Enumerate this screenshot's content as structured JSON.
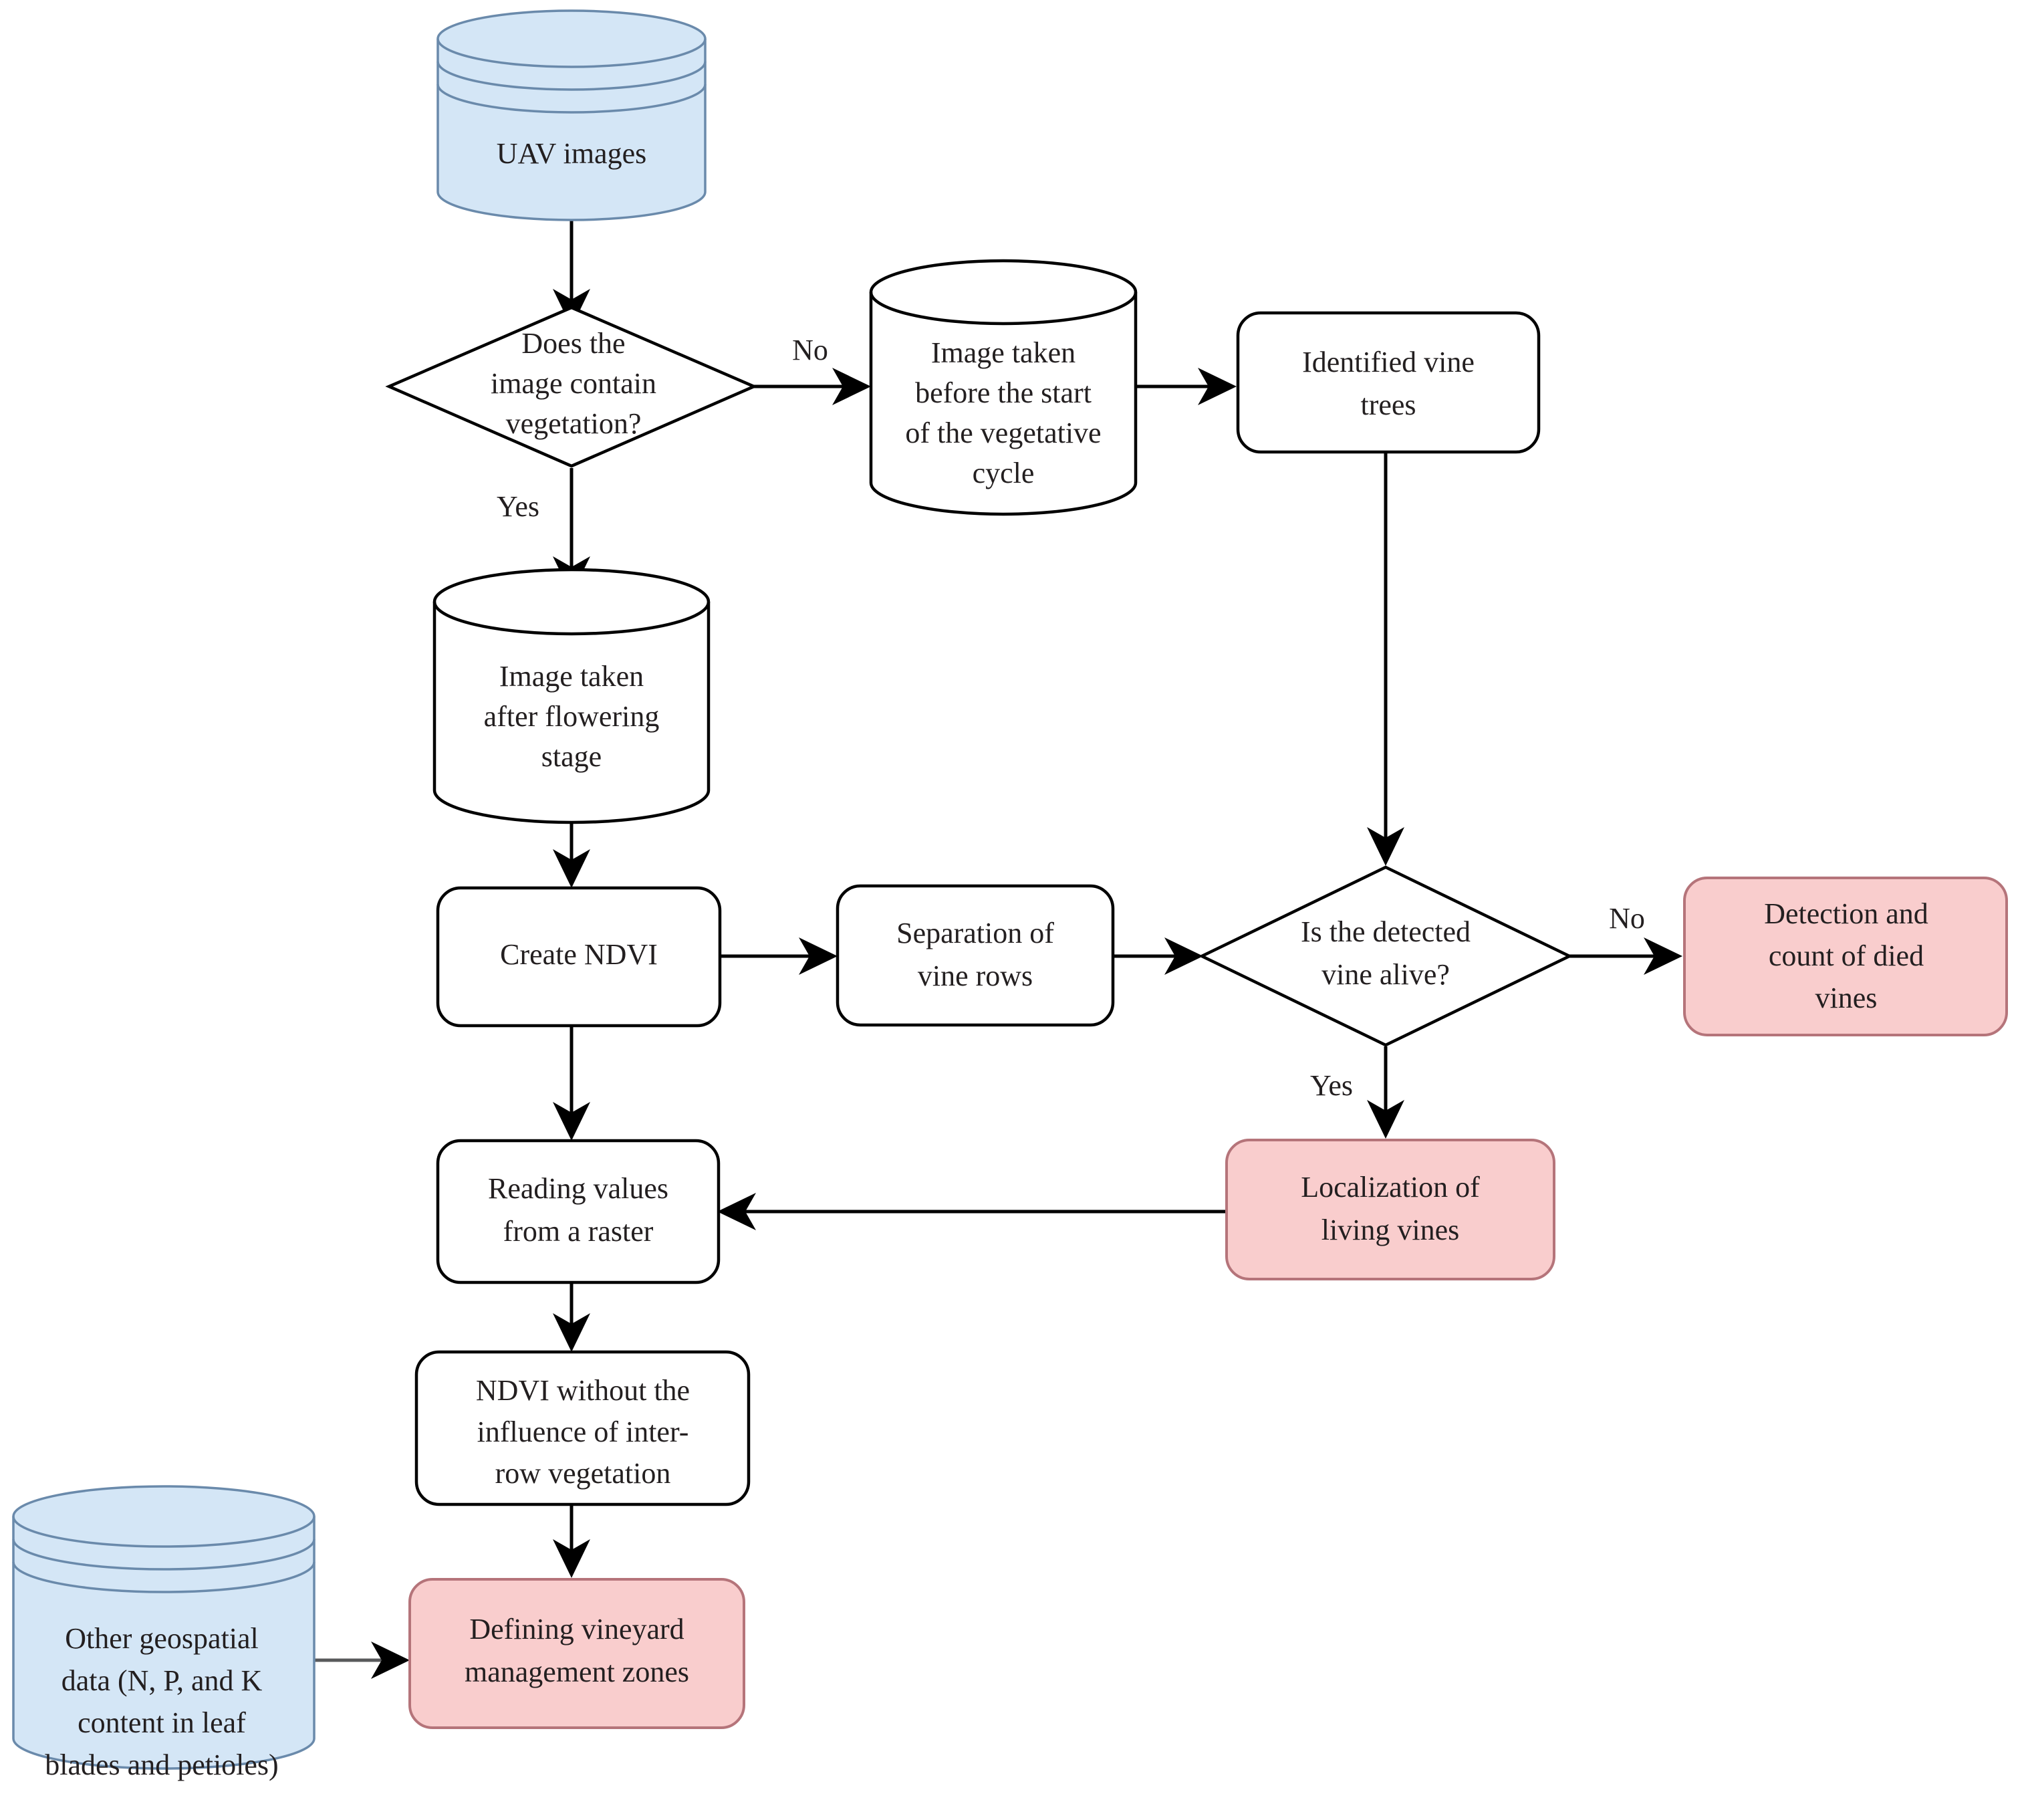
{
  "diagram": {
    "title": "UAV vineyard image processing workflow",
    "colors": {
      "blue_fill": "#d4e6f6",
      "blue_stroke": "#6a8aab",
      "pink_fill": "#f9cdcd",
      "pink_stroke": "#b5747a",
      "white_fill": "#ffffff",
      "line": "#000000",
      "text": "#231f20"
    },
    "nodes": {
      "uav_images": {
        "label": "UAV images",
        "shape": "database-cylinder",
        "fill": "#d4e6f6"
      },
      "contains_vegetation": {
        "label_line1": "Does the",
        "label_line2": "image contain",
        "label_line3": "vegetation?",
        "shape": "decision-diamond",
        "fill": "#ffffff"
      },
      "image_before_cycle": {
        "label_line1": "Image taken",
        "label_line2": "before the start",
        "label_line3": "of the vegetative",
        "label_line4": "cycle",
        "shape": "cylinder",
        "fill": "#ffffff"
      },
      "identified_vine_trees": {
        "label_line1": "Identified vine",
        "label_line2": "trees",
        "shape": "rounded-rect",
        "fill": "#ffffff"
      },
      "image_after_flowering": {
        "label_line1": "Image taken",
        "label_line2": "after flowering",
        "label_line3": "stage",
        "shape": "cylinder",
        "fill": "#ffffff"
      },
      "create_ndvi": {
        "label": "Create NDVI",
        "shape": "rounded-rect",
        "fill": "#ffffff"
      },
      "separation_vine_rows": {
        "label_line1": "Separation of",
        "label_line2": "vine rows",
        "shape": "rounded-rect",
        "fill": "#ffffff"
      },
      "vine_alive": {
        "label_line1": "Is the detected",
        "label_line2": "vine alive?",
        "shape": "decision-diamond",
        "fill": "#ffffff"
      },
      "detection_died_vines": {
        "label_line1": "Detection and",
        "label_line2": "count of died",
        "label_line3": "vines",
        "shape": "rounded-rect",
        "fill": "#f9cdcd"
      },
      "localization_living_vines": {
        "label_line1": "Localization of",
        "label_line2": "living vines",
        "shape": "rounded-rect",
        "fill": "#f9cdcd"
      },
      "reading_values_raster": {
        "label_line1": "Reading values",
        "label_line2": "from a raster",
        "shape": "rounded-rect",
        "fill": "#ffffff"
      },
      "ndvi_without_interrow": {
        "label_line1": "NDVI without the",
        "label_line2": "influence of inter-",
        "label_line3": "row vegetation",
        "shape": "rounded-rect",
        "fill": "#ffffff"
      },
      "defining_zones": {
        "label_line1": "Defining vineyard",
        "label_line2": "management zones",
        "shape": "rounded-rect",
        "fill": "#f9cdcd"
      },
      "other_geospatial": {
        "label_line1": "Other geospatial",
        "label_line2": "data (N, P, and K",
        "label_line3": "content in leaf",
        "label_line4": "blades and petioles)",
        "shape": "database-cylinder",
        "fill": "#d4e6f6"
      }
    },
    "edge_labels": {
      "no_vegetation": "No",
      "yes_vegetation": "Yes",
      "no_alive": "No",
      "yes_alive": "Yes"
    },
    "edges": [
      {
        "from": "uav_images",
        "to": "contains_vegetation",
        "label": ""
      },
      {
        "from": "contains_vegetation",
        "to": "image_before_cycle",
        "label": "No"
      },
      {
        "from": "contains_vegetation",
        "to": "image_after_flowering",
        "label": "Yes"
      },
      {
        "from": "image_before_cycle",
        "to": "identified_vine_trees",
        "label": ""
      },
      {
        "from": "identified_vine_trees",
        "to": "vine_alive",
        "label": ""
      },
      {
        "from": "image_after_flowering",
        "to": "create_ndvi",
        "label": ""
      },
      {
        "from": "create_ndvi",
        "to": "separation_vine_rows",
        "label": ""
      },
      {
        "from": "separation_vine_rows",
        "to": "vine_alive",
        "label": ""
      },
      {
        "from": "vine_alive",
        "to": "detection_died_vines",
        "label": "No"
      },
      {
        "from": "vine_alive",
        "to": "localization_living_vines",
        "label": "Yes"
      },
      {
        "from": "localization_living_vines",
        "to": "reading_values_raster",
        "label": ""
      },
      {
        "from": "create_ndvi",
        "to": "reading_values_raster",
        "label": ""
      },
      {
        "from": "reading_values_raster",
        "to": "ndvi_without_interrow",
        "label": ""
      },
      {
        "from": "ndvi_without_interrow",
        "to": "defining_zones",
        "label": ""
      },
      {
        "from": "other_geospatial",
        "to": "defining_zones",
        "label": ""
      }
    ]
  }
}
